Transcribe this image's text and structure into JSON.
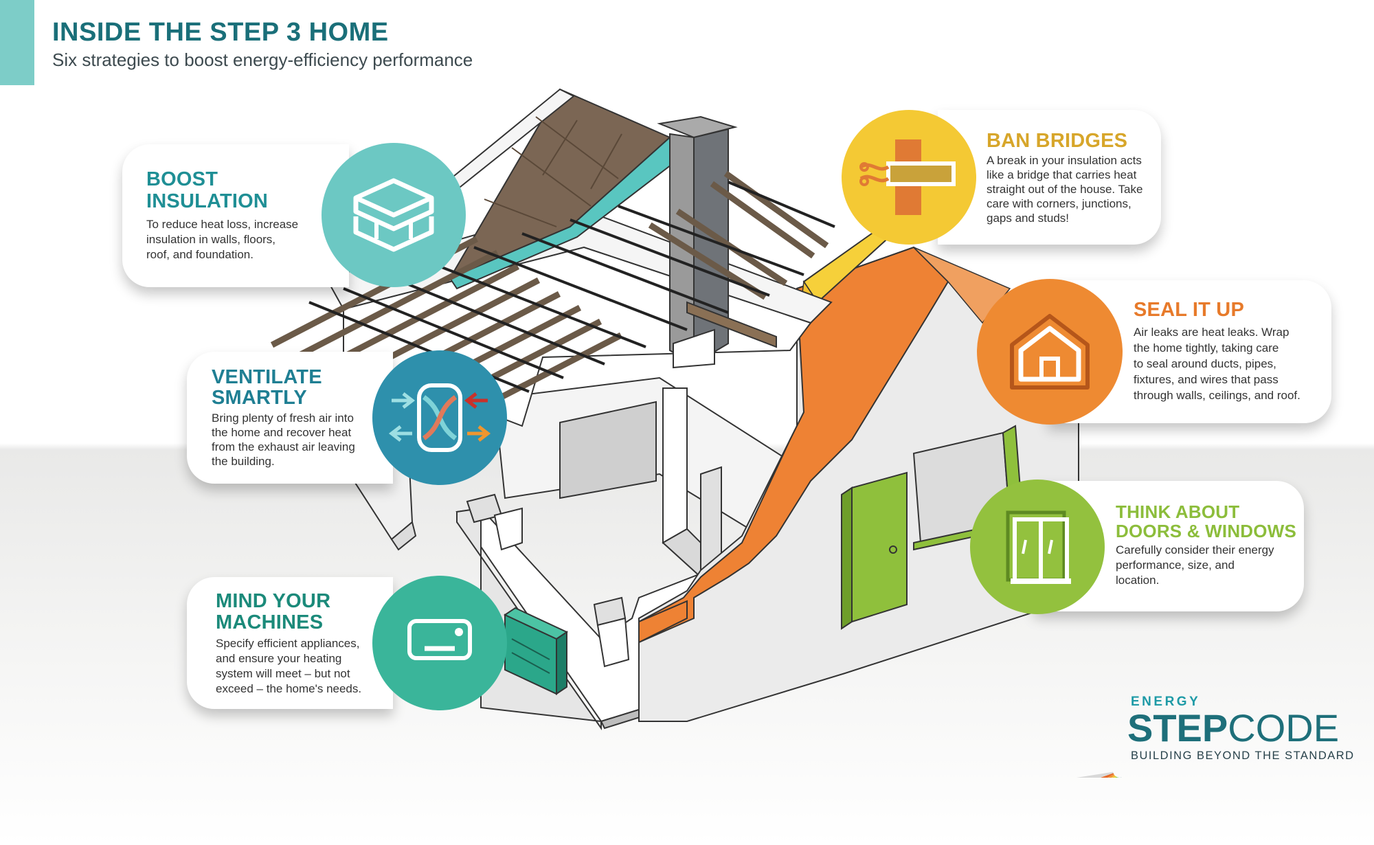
{
  "header": {
    "title": "INSIDE THE STEP 3 HOME",
    "subtitle": "Six strategies to boost energy-efficiency performance"
  },
  "colors": {
    "accent_teal": "#7dcdc8",
    "title_teal": "#1a6f79",
    "teal_circle": "#6cc8c3",
    "blue_circle": "#2e90ac",
    "green_teal_circle": "#3ab59a",
    "yellow_circle": "#f4c934",
    "orange_circle": "#ee8a32",
    "green_circle": "#93c13e",
    "roof_brown": "#7b6654",
    "insulation_teal": "#59c6c0",
    "air_seal_orange": "#ee8234",
    "door_green": "#8fc03c"
  },
  "strategies": [
    {
      "id": "boost-insulation",
      "title_lines": [
        "BOOST",
        "INSULATION"
      ],
      "description_lines": [
        "To reduce heat loss, increase",
        "insulation in walls, floors,",
        "roof, and foundation."
      ],
      "title_color": "#1f8f95",
      "icon": "insulation-icon"
    },
    {
      "id": "ventilate-smartly",
      "title_lines": [
        "VENTILATE",
        "SMARTLY"
      ],
      "description_lines": [
        "Bring plenty of fresh air into",
        "the home and recover heat",
        "from the exhaust air leaving",
        "the building."
      ],
      "title_color": "#1f7f93",
      "icon": "heat-recovery-ventilator-icon"
    },
    {
      "id": "mind-your-machines",
      "title_lines": [
        "MIND YOUR",
        "MACHINES"
      ],
      "description_lines": [
        "Specify efficient appliances,",
        "and ensure your heating",
        "system will meet – but not",
        "exceed – the home's needs."
      ],
      "title_color": "#1b8a7a",
      "icon": "heat-pump-unit-icon"
    },
    {
      "id": "ban-bridges",
      "title_lines": [
        "BAN BRIDGES"
      ],
      "description_lines": [
        "A break in your insulation acts",
        "like a bridge that carries heat",
        "straight out of the house. Take",
        "care with corners, junctions,",
        "gaps and studs!"
      ],
      "title_color": "#d7a62a",
      "icon": "thermal-bridge-icon"
    },
    {
      "id": "seal-it-up",
      "title_lines": [
        "SEAL IT UP"
      ],
      "description_lines": [
        "Air leaks are heat leaks. Wrap",
        "the home tightly, taking care",
        "to seal around ducts,  pipes,",
        "fixtures, and wires that pass",
        "through walls, ceilings, and roof."
      ],
      "title_color": "#e77a2a",
      "icon": "house-seal-icon"
    },
    {
      "id": "doors-windows",
      "title_lines": [
        "THINK ABOUT",
        "DOORS & WINDOWS"
      ],
      "description_lines": [
        "Carefully consider their energy",
        "performance, size, and",
        "location."
      ],
      "title_color": "#8cbd3b",
      "icon": "window-icon"
    }
  ],
  "logo": {
    "energy": "ENERGY",
    "step": "STEP",
    "code": "CODE",
    "tagline": "BUILDING BEYOND THE STANDARD",
    "fan_colors": [
      "#1e6f7a",
      "#2aa6a0",
      "#4db9a8",
      "#8cc63f",
      "#c5d738",
      "#f2c12e",
      "#f0962e",
      "#e56a2a",
      "#d8d8d8"
    ]
  }
}
